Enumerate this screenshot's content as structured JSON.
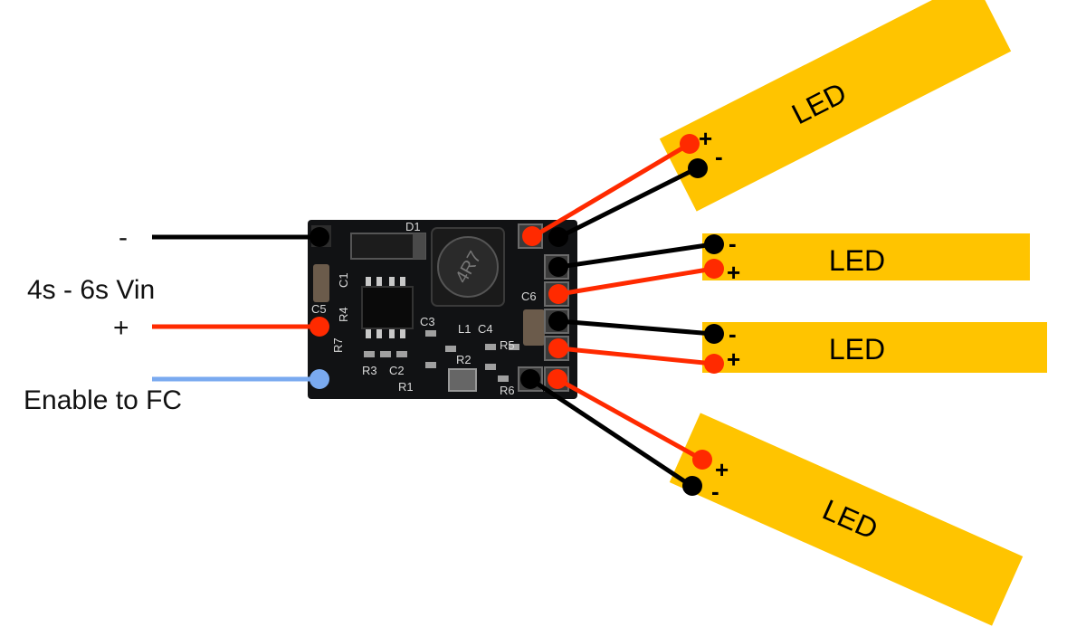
{
  "inputs": {
    "minus_sign": "-",
    "voltage_label": "4s - 6s Vin",
    "plus_sign": "+",
    "enable_label": "Enable to FC"
  },
  "board": {
    "silkscreen": [
      "D1",
      "C1",
      "C5",
      "R4",
      "R7",
      "C3",
      "L1",
      "C4",
      "C6",
      "R5",
      "R3",
      "C2",
      "R2",
      "R1",
      "R6"
    ],
    "inductor_marking": "4R7"
  },
  "leds": [
    {
      "label": "LED",
      "plus": "+",
      "minus": "-"
    },
    {
      "label": "LED",
      "plus": "+",
      "minus": "-"
    },
    {
      "label": "LED",
      "plus": "+",
      "minus": "-"
    },
    {
      "label": "LED",
      "plus": "+",
      "minus": "-"
    }
  ],
  "colors": {
    "strip": "#FFC400",
    "wire_positive": "#FF2A00",
    "wire_negative": "#000000",
    "wire_enable": "#7AAAF0",
    "pcb": "#111214"
  }
}
